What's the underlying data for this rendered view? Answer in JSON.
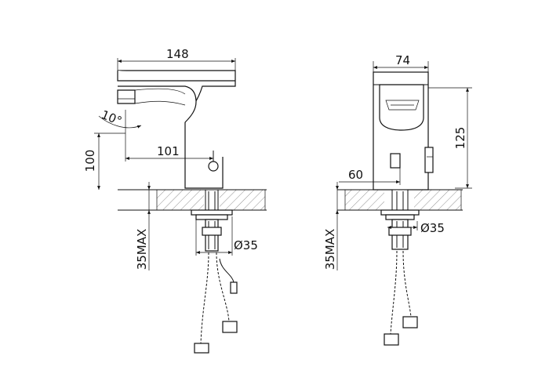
{
  "front_view": {
    "width": "148",
    "height": "100",
    "spout_reach": "101",
    "angle": "10°",
    "hole_diameter": "Ø35",
    "max_thickness": "35MAX"
  },
  "side_view": {
    "width": "74",
    "height": "125",
    "sensor_offset": "60",
    "hole_diameter": "Ø35",
    "max_thickness": "35MAX"
  }
}
